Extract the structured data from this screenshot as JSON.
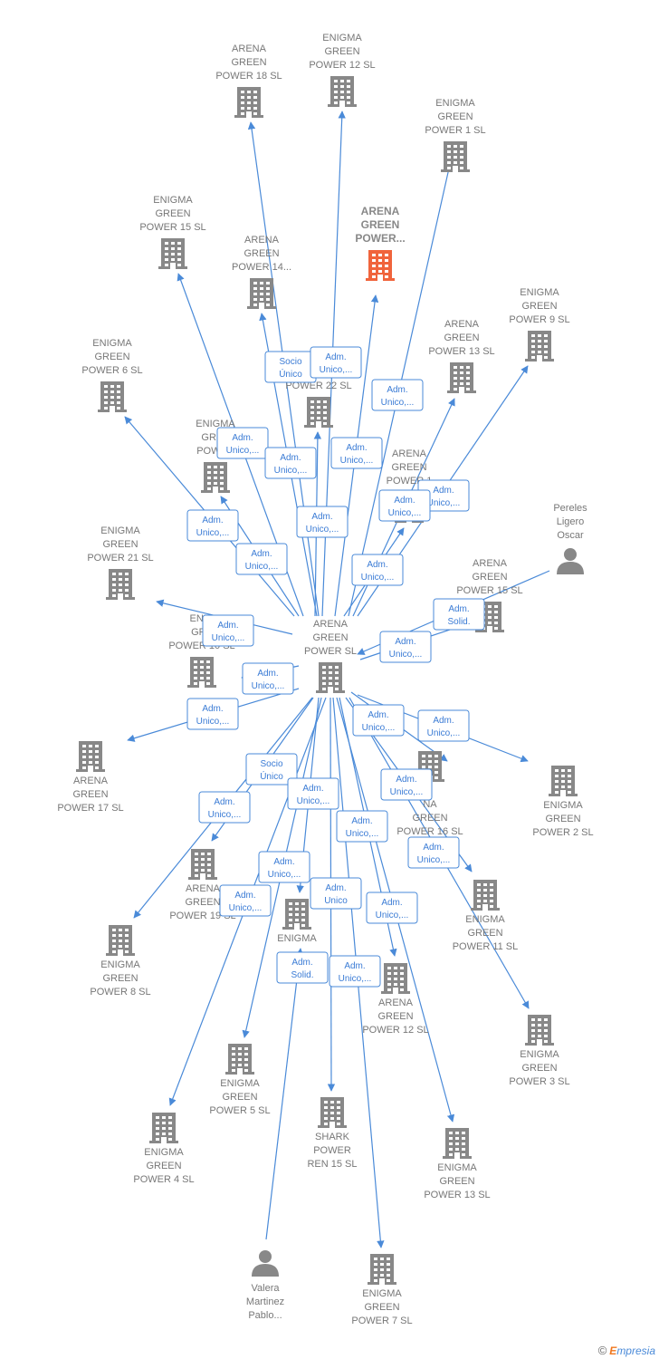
{
  "colors": {
    "company": "#888888",
    "focus": "#f0643c",
    "person": "#888888",
    "edge": "#4a8ad8"
  },
  "nodes": [
    {
      "id": "center",
      "type": "company",
      "label": [
        "ARENA",
        "GREEN",
        "POWER  SL"
      ]
    },
    {
      "id": "ag18",
      "type": "company",
      "label": [
        "ARENA",
        "GREEN",
        "POWER 18  SL"
      ]
    },
    {
      "id": "eg12t",
      "type": "company",
      "label": [
        "ENIGMA",
        "GREEN",
        "POWER 12  SL"
      ]
    },
    {
      "id": "eg1",
      "type": "company",
      "label": [
        "ENIGMA",
        "GREEN",
        "POWER 1  SL"
      ]
    },
    {
      "id": "eg15",
      "type": "company",
      "label": [
        "ENIGMA",
        "GREEN",
        "POWER 15  SL"
      ]
    },
    {
      "id": "ag14",
      "type": "company",
      "label": [
        "ARENA",
        "GREEN",
        "POWER 14..."
      ]
    },
    {
      "id": "agfocus",
      "type": "focus",
      "label": [
        "ARENA",
        "GREEN",
        "POWER..."
      ]
    },
    {
      "id": "eg9",
      "type": "company",
      "label": [
        "ENIGMA",
        "GREEN",
        "POWER 9  SL"
      ]
    },
    {
      "id": "ag13",
      "type": "company",
      "label": [
        "ARENA",
        "GREEN",
        "POWER 13  SL"
      ]
    },
    {
      "id": "eg6",
      "type": "company",
      "label": [
        "ENIGMA",
        "GREEN",
        "POWER 6  SL"
      ]
    },
    {
      "id": "p22",
      "type": "company",
      "label": [
        "",
        "",
        "POWER 22  SL"
      ]
    },
    {
      "id": "eg_mid",
      "type": "company",
      "label": [
        "ENIGMA",
        "GREE",
        "POWER"
      ]
    },
    {
      "id": "ag1x",
      "type": "company",
      "label": [
        "ARENA",
        "GREEN",
        "POWER 1"
      ]
    },
    {
      "id": "pereles",
      "type": "person",
      "label": [
        "Pereles",
        "Ligero",
        "Oscar"
      ]
    },
    {
      "id": "eg21",
      "type": "company",
      "label": [
        "ENIGMA",
        "GREEN",
        "POWER 21  SL"
      ]
    },
    {
      "id": "ag15",
      "type": "company",
      "label": [
        "ARENA",
        "GREEN",
        "POWER 15  SL"
      ]
    },
    {
      "id": "eg10",
      "type": "company",
      "label": [
        "ENIG",
        "GRE",
        "POWER 10  SL"
      ]
    },
    {
      "id": "ag17",
      "type": "company",
      "label": [
        "ARENA",
        "GREEN",
        "POWER 17  SL"
      ]
    },
    {
      "id": "eg2",
      "type": "company",
      "label": [
        "ENIGMA",
        "GREEN",
        "POWER 2  SL"
      ]
    },
    {
      "id": "ag16",
      "type": "company",
      "label": [
        "",
        "NA",
        "GREEN",
        "POWER 16  SL"
      ]
    },
    {
      "id": "ag19",
      "type": "company",
      "label": [
        "ARENA",
        "GREEN",
        "POWER 19  SL"
      ]
    },
    {
      "id": "ag11",
      "type": "company",
      "label": [
        "ENIGMA",
        "GREEN",
        "POWER 11  SL"
      ]
    },
    {
      "id": "eg8",
      "type": "company",
      "label": [
        "ENIGMA",
        "GREEN",
        "POWER 8  SL"
      ]
    },
    {
      "id": "eg_bm",
      "type": "company",
      "label": [
        "ENIGMA",
        "",
        "PO",
        "SL"
      ]
    },
    {
      "id": "ag12b",
      "type": "company",
      "label": [
        "ARENA",
        "GREEN",
        "POWER 12  SL"
      ]
    },
    {
      "id": "eg3",
      "type": "company",
      "label": [
        "ENIGMA",
        "GREEN",
        "POWER 3  SL"
      ]
    },
    {
      "id": "eg5",
      "type": "company",
      "label": [
        "ENIGMA",
        "GREEN",
        "POWER 5  SL"
      ]
    },
    {
      "id": "eg4",
      "type": "company",
      "label": [
        "ENIGMA",
        "GREEN",
        "POWER 4  SL"
      ]
    },
    {
      "id": "shark",
      "type": "company",
      "label": [
        "SHARK",
        "POWER",
        "REN 15  SL"
      ]
    },
    {
      "id": "eg13",
      "type": "company",
      "label": [
        "ENIGMA",
        "GREEN",
        "POWER 13  SL"
      ]
    },
    {
      "id": "valera",
      "type": "person",
      "label": [
        "Valera",
        "Martinez",
        "Pablo..."
      ]
    },
    {
      "id": "eg7",
      "type": "company",
      "label": [
        "ENIGMA",
        "GREEN",
        "POWER 7  SL"
      ]
    }
  ],
  "edges": [
    {
      "to": "ag18",
      "label": [
        "Socio",
        "Único"
      ]
    },
    {
      "to": "eg12t",
      "label": [
        "Adm.",
        "Unico,..."
      ]
    },
    {
      "to": "eg1",
      "label": [
        "Adm.",
        "Unico,..."
      ]
    },
    {
      "to": "eg15",
      "label": [
        "Adm.",
        "Unico,..."
      ]
    },
    {
      "to": "ag14",
      "label": [
        "Adm.",
        "Unico,..."
      ]
    },
    {
      "to": "agfocus",
      "label": [
        "Adm.",
        "Unico,..."
      ]
    },
    {
      "to": "eg9",
      "label": [
        "Adm.",
        "Unico,..."
      ]
    },
    {
      "to": "ag13",
      "label": [
        "Adm.",
        "Unico,..."
      ]
    },
    {
      "to": "eg6",
      "label": [
        "Adm.",
        "Unico,..."
      ]
    },
    {
      "to": "p22",
      "label": [
        "Adm.",
        "Unico,..."
      ]
    },
    {
      "to": "eg_mid",
      "label": [
        "Adm.",
        "Unico,..."
      ]
    },
    {
      "to": "ag1x",
      "label": [
        "Adm.",
        "Unico,..."
      ]
    },
    {
      "to": "eg21",
      "label": [
        "Adm.",
        "Unico,..."
      ]
    },
    {
      "to": "ag15",
      "label": [
        "Adm.",
        "Unico,..."
      ]
    },
    {
      "from": "pereles",
      "to": "center",
      "label": [
        "Adm.",
        "Solid."
      ]
    },
    {
      "to": "eg10",
      "label": [
        "Adm.",
        "Unico,..."
      ]
    },
    {
      "to": "ag17",
      "label": [
        "Adm.",
        "Unico,..."
      ]
    },
    {
      "to": "ag16",
      "label": [
        "Adm.",
        "Unico,..."
      ]
    },
    {
      "to": "eg2",
      "label": [
        "Adm.",
        "Unico,..."
      ]
    },
    {
      "to": "ag19",
      "label": [
        "Socio",
        "Único"
      ]
    },
    {
      "to": "eg8",
      "label": [
        "Adm.",
        "Unico,..."
      ]
    },
    {
      "to": "eg_bm",
      "label": [
        "Adm.",
        "Unico,..."
      ]
    },
    {
      "to": "ag11",
      "label": [
        "Adm.",
        "Unico,..."
      ]
    },
    {
      "to": "eg5",
      "label": [
        "Adm.",
        "Unico,..."
      ]
    },
    {
      "to": "eg4",
      "label": [
        "Adm.",
        "Unico,..."
      ]
    },
    {
      "to": "eg3",
      "label": [
        "Adm.",
        "Unico,..."
      ]
    },
    {
      "to": "ag12b",
      "label": [
        "Adm.",
        "Unico,..."
      ]
    },
    {
      "to": "shark",
      "label": [
        "Adm.",
        "Unico"
      ]
    },
    {
      "to": "eg13",
      "label": [
        "Adm.",
        "Unico,..."
      ]
    },
    {
      "from": "valera",
      "to": "center",
      "label": [
        "Adm.",
        "Solid."
      ]
    },
    {
      "to": "eg7",
      "label": [
        "Adm.",
        "Unico,..."
      ]
    }
  ],
  "footer": {
    "copyright": "©",
    "brand_first": "E",
    "brand_rest": "mpresia"
  }
}
